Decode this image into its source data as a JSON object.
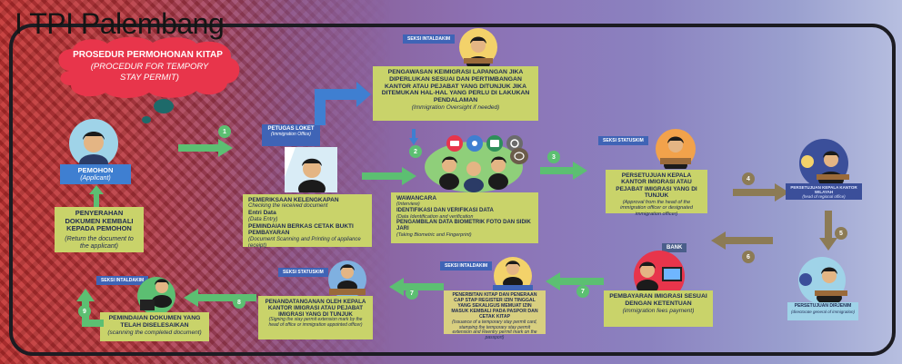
{
  "page_title": "I TPI Palembang",
  "heading": {
    "id": "PROSEDUR PERMOHONAN KITAP",
    "en": "(PROCEDUR FOR TEMPORY STAY PERMIT)"
  },
  "roles": {
    "seksi_intaldakim": "SEKSI INTALDAKIM",
    "seksi_statuskim": "SEKSI STATUSKIM",
    "petugas_loket": "PETUGAS LOKET",
    "petugas_loket_en": "(Immigration Office)",
    "bank": "BANK"
  },
  "steps": {
    "pemohon": {
      "title": "PEMOHON",
      "sub": "(Applicant)"
    },
    "penyerahan": {
      "title": "PENYERAHAN DOKUMEN KEMBALI KEPADA PEMOHON",
      "sub": "(Return the document to the applicant)"
    },
    "pengawasan": {
      "title": "PENGAWASAN KEIMIGRASI LAPANGAN JIKA DIPERLUKAN SESUAI DAN PERTIMBANGAN KANTOR ATAU PEJABAT YANG DITUNJUK JIKA DITEMUKAN HAL-HAL YANG PERLU DI LAKUKAN PENDALAMAN",
      "sub": "(Immigration Oversight if needed)"
    },
    "loket": {
      "item1": "PEMERIKSAAN KELENGKAPAN",
      "item1_en": "Checking the received document",
      "item2": "Entri Data",
      "item2_en": "(Data Entry)",
      "item3": "PEMINDAIAN BERKAS CETAK BUKTI PEMBAYARAN",
      "item3_en": "(Document Scanning and Printing of appliance receipt)"
    },
    "wawancara": {
      "title": "WAWANCARA",
      "title_en": "(Interview)",
      "line2": "IDENTIFIKASI DAN VERIFIKASI DATA",
      "line2_en": "(Data Identification and verification",
      "line3": "PENGAMBILAN DATA BIOMETRIK FOTO DAN SIDIK JARI",
      "line3_en": "(Taking Biometric and Fingerprint)"
    },
    "persetujuan_kepala": {
      "title": "PERSETUJUAN KEPALA KANTOR IMIGRASI ATAU PEJABAT IMIGRASI YANG DI TUNJUK",
      "sub": "(Approval from the head of the immigration officer or designated immigration officer)"
    },
    "persetujuan_kanwil": {
      "title": "PERSETUJUAN KEPALA KANTOR WILAYAH",
      "sub": "(head of regional office)"
    },
    "persetujuan_dirjen": {
      "title": "PERSETUJUAN DIRJENIM",
      "sub": "(directorate general of immigration)"
    },
    "pembayaran": {
      "title": "PEMBAYARAN IMIGRASI SESUAI DENGAN KETENTUAN",
      "sub": "(immigration fees payment)"
    },
    "penerbitan": {
      "title": "PENERBITAN KITAP DAN PENERAAN CAP STAP REGISTER IZIN TINGGAL YANG SEKALIGUS MEMUAT IZIN MASUK KEMBALI PADA PASPOR DAN CETAK KITAP",
      "sub": "(Issuance of a temporary stay permit card, stamping the temporary stay permit extension and Reentry permit mark on the passport)"
    },
    "penandatanganan": {
      "title": "PENANDATANGANAN OLEH KEPALA KANTOR IMIGRASI ATAU PEJABAT IMIGRASI YANG DI TUNJUK",
      "sub": "(Signing the stay permit extension mark by the head of office or immigration appointed officer)"
    },
    "pemindaian": {
      "title": "PEMINDAIAN DOKUMEN YANG TELAH DISELESAIKAN",
      "sub": "(scanning the completed document)"
    }
  },
  "numbers": [
    "1",
    "2",
    "3",
    "4",
    "5",
    "6",
    "7",
    "7",
    "8",
    "9"
  ],
  "colors": {
    "box": "#c9d36a",
    "text": "#1e2a52",
    "role": "#3f64b6",
    "arrow_green": "#5cbf72",
    "arrow_brown": "#8c7b55",
    "arrow_blue": "#3f7fd1",
    "cloud": "#e8354b",
    "frame": "#1c1c22"
  }
}
